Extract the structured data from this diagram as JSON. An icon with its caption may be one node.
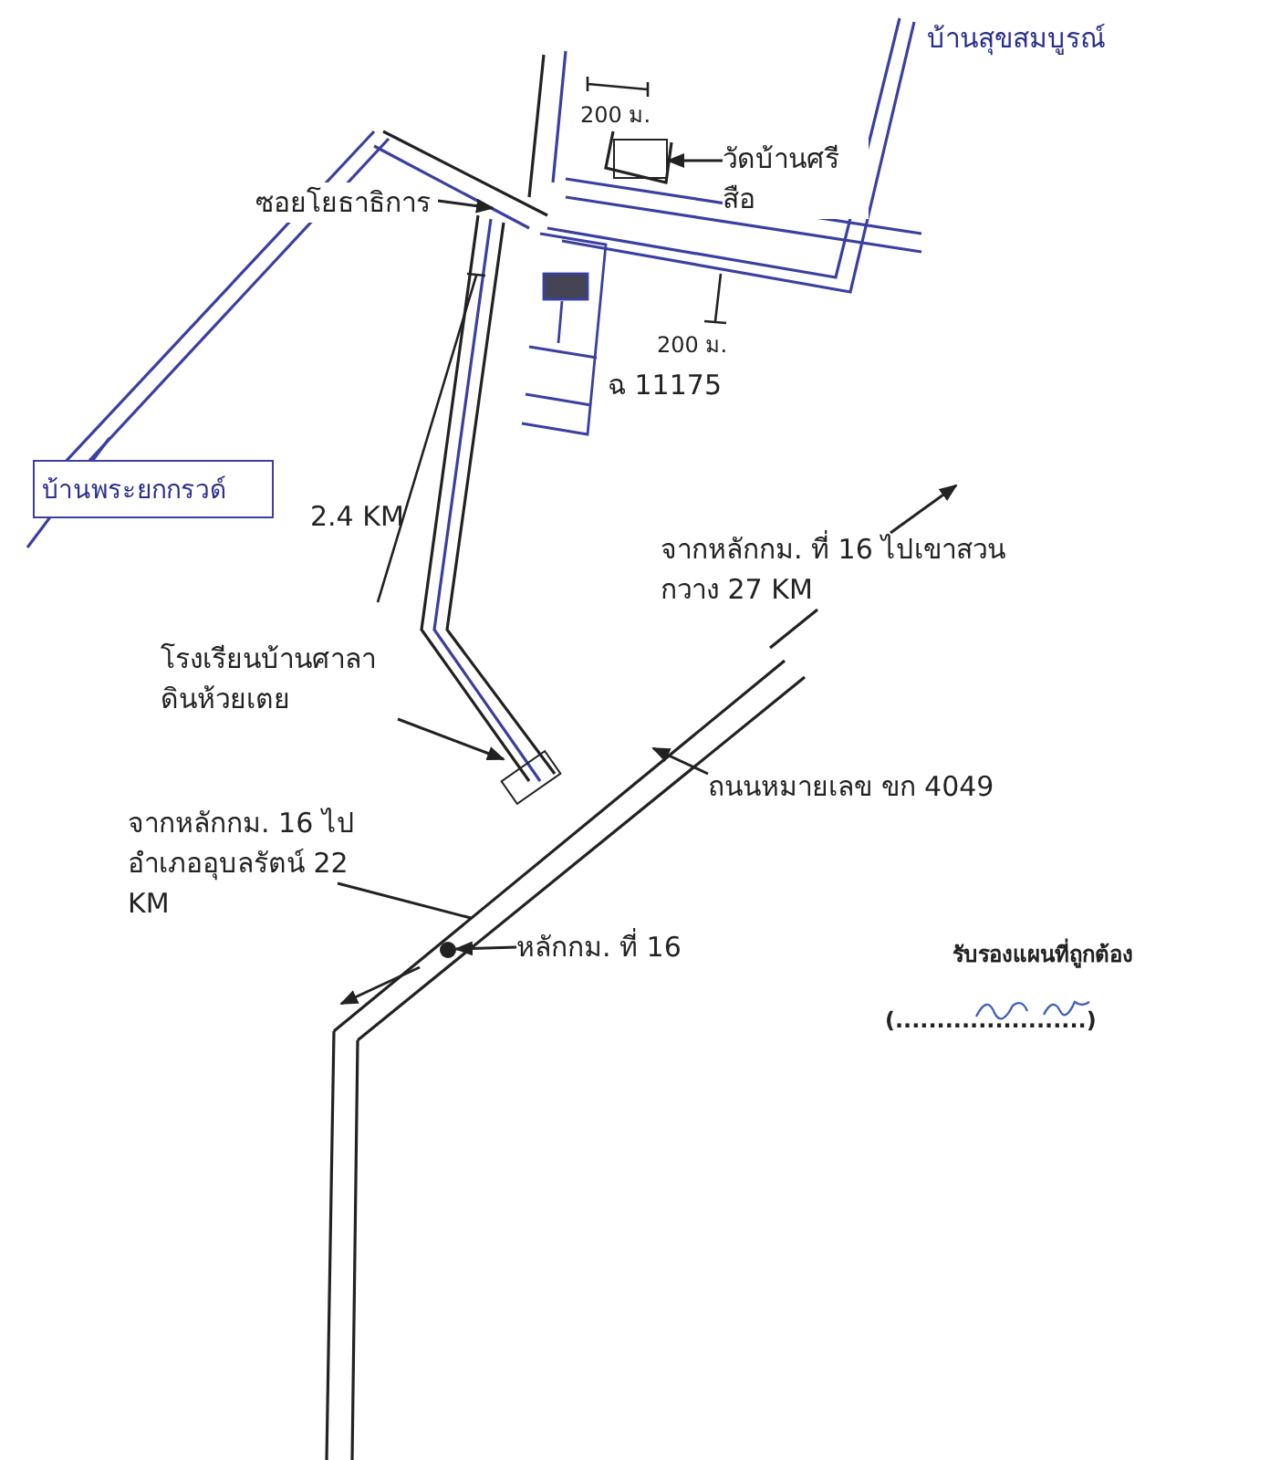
{
  "diagram": {
    "nodes": [
      {
        "text": [
          "วัดบ้านศรีสือ"
        ]
      },
      {
        "text": [],
        "shape": "box"
      },
      {
        "text": [
          "ซอยโยธาธิการ"
        ]
      },
      {
        "text": [
          "บ้านพระยกกรวด์"
        ]
      },
      {
        "text": [
          "โรงเรียนบ้านศาลาดินห้วยเตย"
        ]
      },
      {
        "text": [],
        "shape": "box"
      },
      {
        "text": [
          "จากหลักกม. 16 ไป อำเภออุบลรัตน์ 22 KM"
        ]
      },
      {
        "text": [
          "หลักกม. ที่ 16"
        ]
      },
      {
        "text": [],
        "shape": "circle"
      },
      {
        "text": [
          "ถนนหมายเลข ขก 4049"
        ]
      }
    ],
    "edges": [
      {
        "from": 0,
        "to": 1,
        "arrow": "to"
      },
      {
        "from": 2,
        "to": null,
        "arrow": "to"
      },
      {
        "from": 4,
        "to": 5,
        "arrow": "to"
      },
      {
        "from": 6,
        "to": null,
        "arrow": "none"
      },
      {
        "from": 7,
        "to": 8,
        "arrow": "to"
      },
      {
        "from": 9,
        "to": null,
        "arrow": "to"
      }
    ],
    "labels": [
      "บ้านสุขสมบูรณ์",
      "200 ม.",
      "200 ม.",
      "ฉ 11175",
      "2.4 KM",
      "จากหลักกม. ที่ 16 ไปเขาสวนกวาง 27 KM",
      "รับรองแผนที่ถูกต้อง",
      "(.......................)"
    ]
  }
}
